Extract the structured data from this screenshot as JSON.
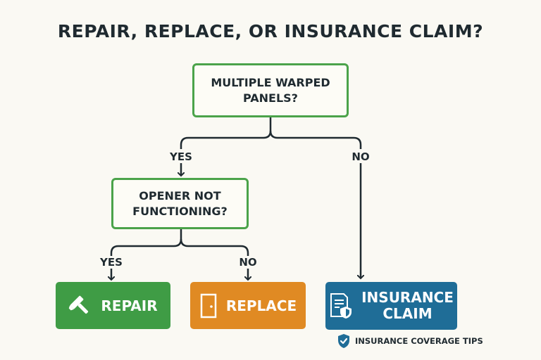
{
  "title": "REPAIR, REPLACE, OR INSURANCE CLAIM?",
  "question1": {
    "line1": "MULTIPLE WARPED",
    "line2": "PANELS?"
  },
  "question2": {
    "line1": "OPENER NOT",
    "line2": "FUNCTIONING?"
  },
  "edges": {
    "q1_yes": "YES",
    "q1_no": "NO",
    "q2_yes": "YES",
    "q2_no": "NO"
  },
  "outcomes": {
    "repair": {
      "label": "REPAIR",
      "icon": "hammer-icon",
      "color": "#3f9c45"
    },
    "replace": {
      "label": "REPLACE",
      "icon": "door-icon",
      "color": "#e08a23"
    },
    "claim": {
      "line1": "INSURANCE",
      "line2": "CLAIM",
      "icon": "document-shield-icon",
      "color": "#1f6d97"
    }
  },
  "tip": {
    "label": "INSURANCE COVERAGE TIPS",
    "icon": "shield-check-icon",
    "color": "#1f6d97"
  },
  "colors": {
    "question_border": "#4ba34a",
    "line": "#1f2a30",
    "background": "#faf9f3"
  }
}
